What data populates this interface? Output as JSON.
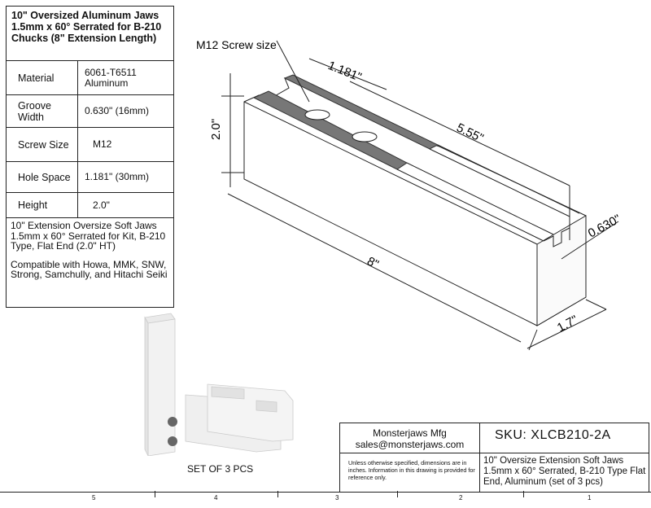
{
  "spec_table": {
    "title": "10\" Oversized Aluminum Jaws 1.5mm x 60° Serrated for B-210 Chucks (8\" Extension Length)",
    "rows": [
      {
        "label": "Material",
        "value": "6061-T6511 Aluminum"
      },
      {
        "label": "Groove Width",
        "value": "0.630\" (16mm)"
      },
      {
        "label": "Screw Size",
        "value": "M12"
      },
      {
        "label": "Hole Space",
        "value": "1.181\" (30mm)"
      },
      {
        "label": "Height",
        "value": "2.0\""
      }
    ],
    "description_1": "10\" Extension Oversize Soft Jaws 1.5mm x 60° Serrated for Kit, B-210 Type, Flat End (2.0\" HT)",
    "description_2": "Compatible with Howa, MMK, SNW, Strong, Samchully, and Hitachi Seiki"
  },
  "drawing": {
    "callout_screw": "M12 Screw size",
    "dim_hole_space": "1.181\"",
    "dim_length_top": "5.55\"",
    "dim_height": "2.0\"",
    "dim_groove": "0.630\"",
    "dim_length": "8\"",
    "dim_width": "1.7\""
  },
  "photo_label": "SET OF 3 PCS",
  "title_block": {
    "company": "Monsterjaws Mfg",
    "email": "sales@monsterjaws.com",
    "sku": "SKU:  XLCB210-2A",
    "disclaimer": "Unless otherwise specified, dimensions are in inches.  Information in this drawing is provided for reference only.",
    "description": "10\" Oversize Extension Soft Jaws 1.5mm x 60° Serrated, B-210 Type Flat End, Aluminum (set of 3 pcs)"
  },
  "zones": [
    "5",
    "4",
    "3",
    "2",
    "1"
  ]
}
